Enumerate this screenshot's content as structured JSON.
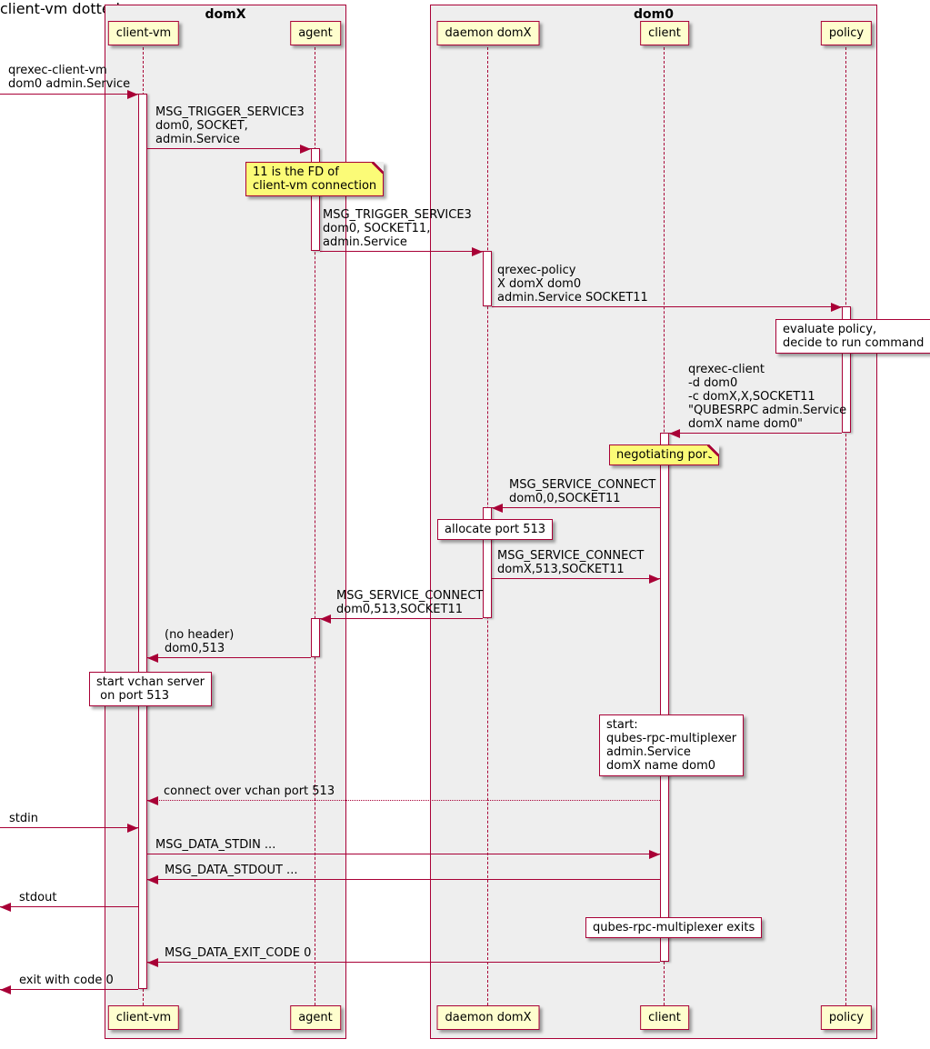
{
  "diagram": {
    "colors": {
      "border": "#A80036",
      "participant_fill": "#FEFECE",
      "note_fill": "#FBFB77",
      "rnote_fill": "#FFFFFF",
      "frame_fill": "#EEEEEE",
      "text": "#000000"
    },
    "frames": [
      {
        "title": "domX"
      },
      {
        "title": "dom0"
      }
    ],
    "participants": [
      {
        "label": "client-vm"
      },
      {
        "label": "agent"
      },
      {
        "label": "daemon domX"
      },
      {
        "label": "client"
      },
      {
        "label": "policy"
      }
    ],
    "messages": [
      {
        "text": "qrexec-client-vm\ndom0 admin.Service"
      },
      {
        "text": "MSG_TRIGGER_SERVICE3\ndom0, SOCKET,\nadmin.Service"
      },
      {
        "text": "MSG_TRIGGER_SERVICE3\ndom0, SOCKET11,\nadmin.Service"
      },
      {
        "text": "qrexec-policy\nX domX dom0\nadmin.Service SOCKET11"
      },
      {
        "text": "qrexec-client\n-d dom0\n-c domX,X,SOCKET11\n\"QUBESRPC admin.Service\ndomX name dom0\""
      },
      {
        "text": "MSG_SERVICE_CONNECT\ndom0,0,SOCKET11"
      },
      {
        "text": "MSG_SERVICE_CONNECT\ndomX,513,SOCKET11"
      },
      {
        "text": "MSG_SERVICE_CONNECT\ndom0,513,SOCKET11"
      },
      {
        "text": "(no header)\ndom0,513"
      },
      {
        "text": "connect over vchan port 513"
      },
      {
        "text": "stdin"
      },
      {
        "text": "MSG_DATA_STDIN ..."
      },
      {
        "text": "MSG_DATA_STDOUT ..."
      },
      {
        "text": "stdout"
      },
      {
        "text": "MSG_DATA_EXIT_CODE 0"
      },
      {
        "text": "exit with code 0"
      }
    ],
    "notes": [
      {
        "type": "yellow",
        "text": "11 is the FD of\nclient-vm connection"
      },
      {
        "type": "white",
        "text": "evaluate policy,\ndecide to run command"
      },
      {
        "type": "yellow",
        "text": "negotiating port"
      },
      {
        "type": "white",
        "text": "allocate port 513"
      },
      {
        "type": "white",
        "text": "start vchan server\n on port 513"
      },
      {
        "type": "white",
        "text": "start:\nqubes-rpc-multiplexer\nadmin.Service\ndomX name dom0"
      },
      {
        "type": "white",
        "text": "qubes-rpc-multiplexer exits"
      }
    ]
  }
}
